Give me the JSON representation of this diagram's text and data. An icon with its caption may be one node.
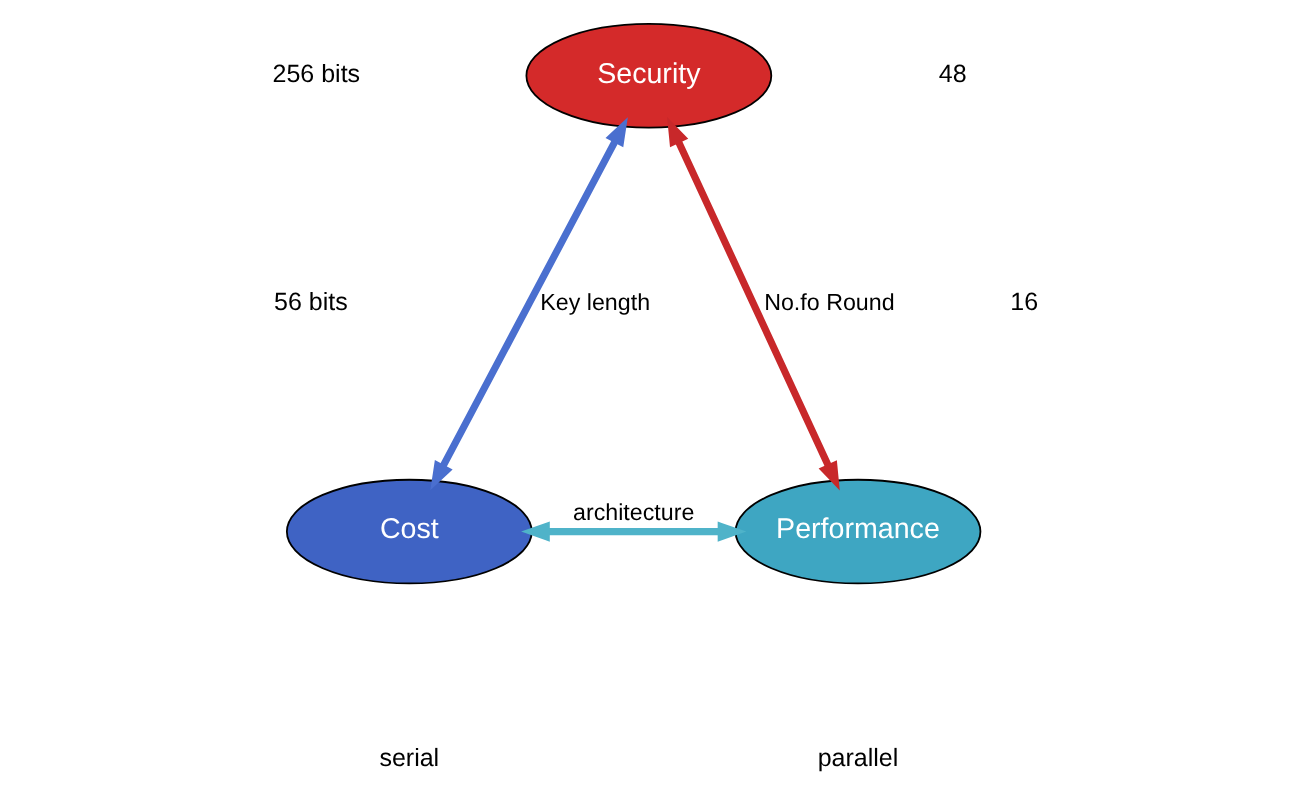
{
  "diagram": {
    "nodes": [
      {
        "text": [
          "Security"
        ]
      },
      {
        "text": [
          "Cost"
        ]
      },
      {
        "text": [
          "Performance"
        ]
      }
    ],
    "edges": [
      {
        "from": 1,
        "to": 0,
        "arrow": "both",
        "label": "Key length",
        "color": "#4a6fcf"
      },
      {
        "from": 0,
        "to": 2,
        "arrow": "both",
        "label": "No.fo Round",
        "color": "#c8282a"
      },
      {
        "from": 1,
        "to": 2,
        "arrow": "both",
        "label": "architecture",
        "color": "#4fb3c9"
      }
    ],
    "labels": [
      "256 bits",
      "48",
      "56 bits",
      "16",
      "serial",
      "parallel"
    ]
  }
}
